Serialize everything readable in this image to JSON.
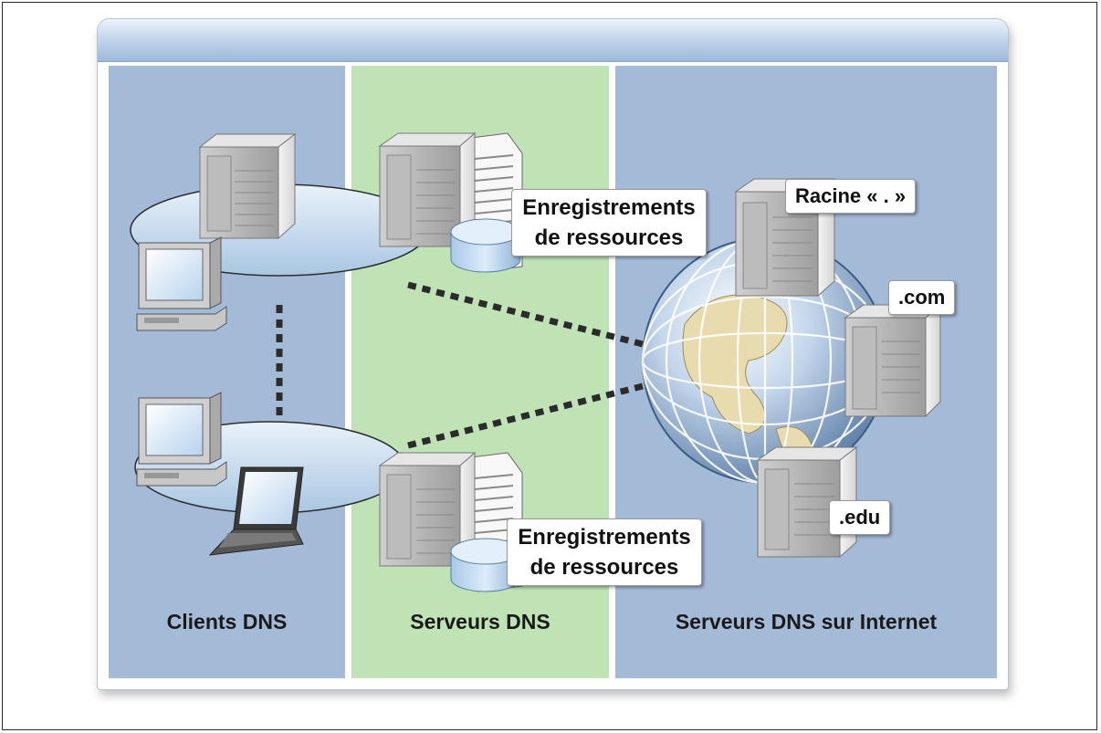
{
  "panels": {
    "clients": "Clients DNS",
    "servers": "Serveurs DNS",
    "internet": "Serveurs DNS sur Internet"
  },
  "records": {
    "top": [
      "Enregistrements",
      "de ressources"
    ],
    "bottom": [
      "Enregistrements",
      "de ressources"
    ]
  },
  "domains": {
    "root": "Racine « . »",
    "com": ".com",
    "edu": ".edu"
  },
  "colors": {
    "panel_blue": "#a4bbd8",
    "panel_green": "#bfe3b4",
    "title_bar": "#9db9da"
  }
}
